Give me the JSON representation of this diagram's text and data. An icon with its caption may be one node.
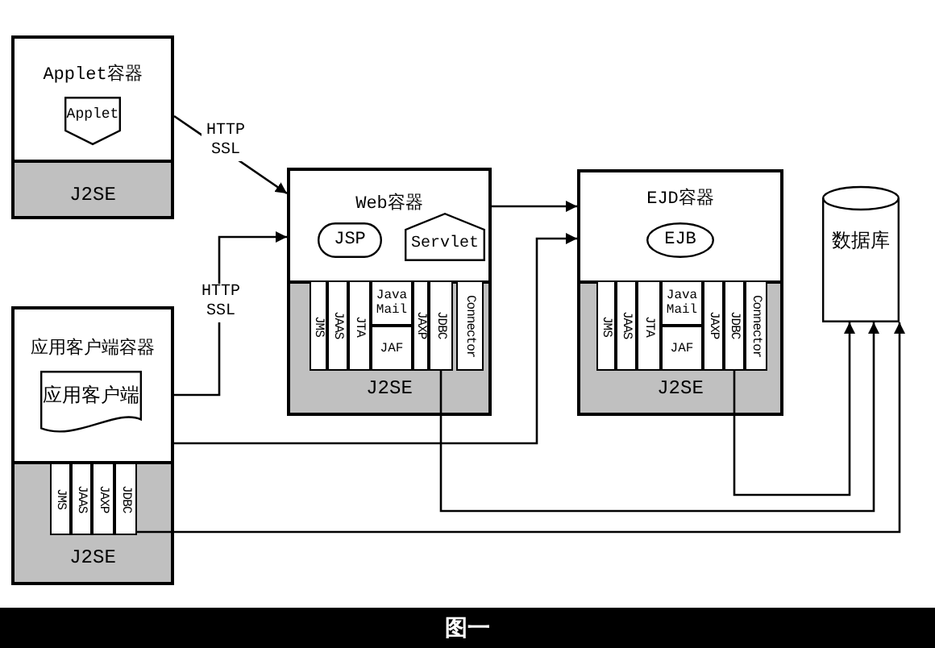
{
  "diagram": {
    "caption": "图一",
    "nodes": [
      {
        "text": [
          "Applet容器"
        ]
      },
      {
        "text": [
          "Applet"
        ],
        "in": 0
      },
      {
        "text": [
          "J2SE"
        ],
        "in": 0
      },
      {
        "text": [
          "Web容器"
        ]
      },
      {
        "text": [
          "JSP"
        ],
        "in": 3
      },
      {
        "text": [
          "Servlet"
        ],
        "in": 3
      },
      {
        "text": [
          "J2SE"
        ],
        "in": 3
      },
      {
        "text": [
          "JMS"
        ],
        "in": 6
      },
      {
        "text": [
          "JAAS"
        ],
        "in": 6
      },
      {
        "text": [
          "JTA"
        ],
        "in": 6
      },
      {
        "text": [
          "Java Mail"
        ],
        "in": 6
      },
      {
        "text": [
          "JAF"
        ],
        "in": 6
      },
      {
        "text": [
          "JAXP"
        ],
        "in": 6
      },
      {
        "text": [
          "JDBC"
        ],
        "in": 6
      },
      {
        "text": [
          "Connector"
        ],
        "in": 6
      },
      {
        "text": [
          "EJD容器"
        ]
      },
      {
        "text": [
          "EJB"
        ],
        "in": 15
      },
      {
        "text": [
          "J2SE"
        ],
        "in": 15
      },
      {
        "text": [
          "JMS"
        ],
        "in": 17
      },
      {
        "text": [
          "JAAS"
        ],
        "in": 17
      },
      {
        "text": [
          "JTA"
        ],
        "in": 17
      },
      {
        "text": [
          "Java Mail"
        ],
        "in": 17
      },
      {
        "text": [
          "JAF"
        ],
        "in": 17
      },
      {
        "text": [
          "JAXP"
        ],
        "in": 17
      },
      {
        "text": [
          "JDBC"
        ],
        "in": 17
      },
      {
        "text": [
          "Connector"
        ],
        "in": 17
      },
      {
        "text": [
          "数据库"
        ]
      },
      {
        "text": [
          "应用客户端容器"
        ]
      },
      {
        "text": [
          "应用客户端"
        ],
        "in": 27
      },
      {
        "text": [
          "J2SE"
        ],
        "in": 27
      },
      {
        "text": [
          "JMS"
        ],
        "in": 29
      },
      {
        "text": [
          "JAAS"
        ],
        "in": 29
      },
      {
        "text": [
          "JAXP"
        ],
        "in": 29
      },
      {
        "text": [
          "JDBC"
        ],
        "in": 29
      }
    ],
    "edges": [
      {
        "from": 0,
        "to": 3,
        "arrow": "to",
        "label": "HTTP SSL"
      },
      {
        "from": 27,
        "to": 3,
        "arrow": "to",
        "label": "HTTP SSL"
      },
      {
        "from": 3,
        "to": 15,
        "arrow": "to"
      },
      {
        "from": 27,
        "to": 15,
        "arrow": "to"
      },
      {
        "from": 13,
        "to": 26,
        "arrow": "to"
      },
      {
        "from": 24,
        "to": 26,
        "arrow": "to"
      },
      {
        "from": 33,
        "to": 26,
        "arrow": "to"
      }
    ]
  }
}
